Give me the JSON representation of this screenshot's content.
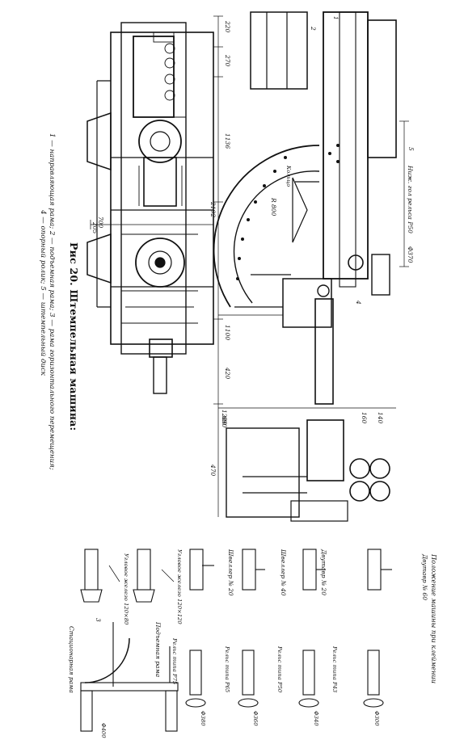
{
  "figure": {
    "caption_title": "Рис 20. Штемпельная машина:",
    "caption_legend_line1": "1 — направляющая рама; 2 — подъемная рама; 3 — рама горизонтального перемещения;",
    "caption_legend_line2": "4 — опорный ролик; 5 — штемпельный диск"
  },
  "dimensions": {
    "d220": "220",
    "d270": "270",
    "d1136": "1136",
    "d2192": "2192",
    "d700": "700",
    "d1100": "1100",
    "d420": "420",
    "d205": "205",
    "d1280": "1280",
    "d690": "690",
    "d160": "160",
    "d140": "140",
    "d470": "470",
    "d_r800": "R 800",
    "d_phi370": "Φ370"
  },
  "callouts": {
    "c1": "1",
    "c2": "2",
    "c3": "3",
    "c4": "4",
    "c5": "5",
    "rail_head": "Ниж. гол рельса Р50",
    "ring": "Кольцо"
  },
  "inset": {
    "header_line1": "Положение машины при клеймении",
    "header_line2": "Двутавр № 60",
    "header_line3": "Двутавр № 20",
    "header_line4": "Швеллер № 40",
    "header_line5": "Швеллер № 20",
    "label_uglovoe": "Угловое железо 120×120",
    "label_uglovoe2": "Угловое железо 120×80",
    "label_rail1": "Рельс типа Р43",
    "label_rail2": "Рельс типа Р50",
    "label_rail3": "Рельс типа Р65",
    "label_rail4": "Рельс типа Р75",
    "label_sled": "Подъемная рама",
    "label_stat": "Стационарная рама",
    "label_d300": "Φ300",
    "label_d340": "Φ340",
    "label_d360": "Φ360",
    "label_d380": "Φ380",
    "label_d400": "Φ400"
  }
}
